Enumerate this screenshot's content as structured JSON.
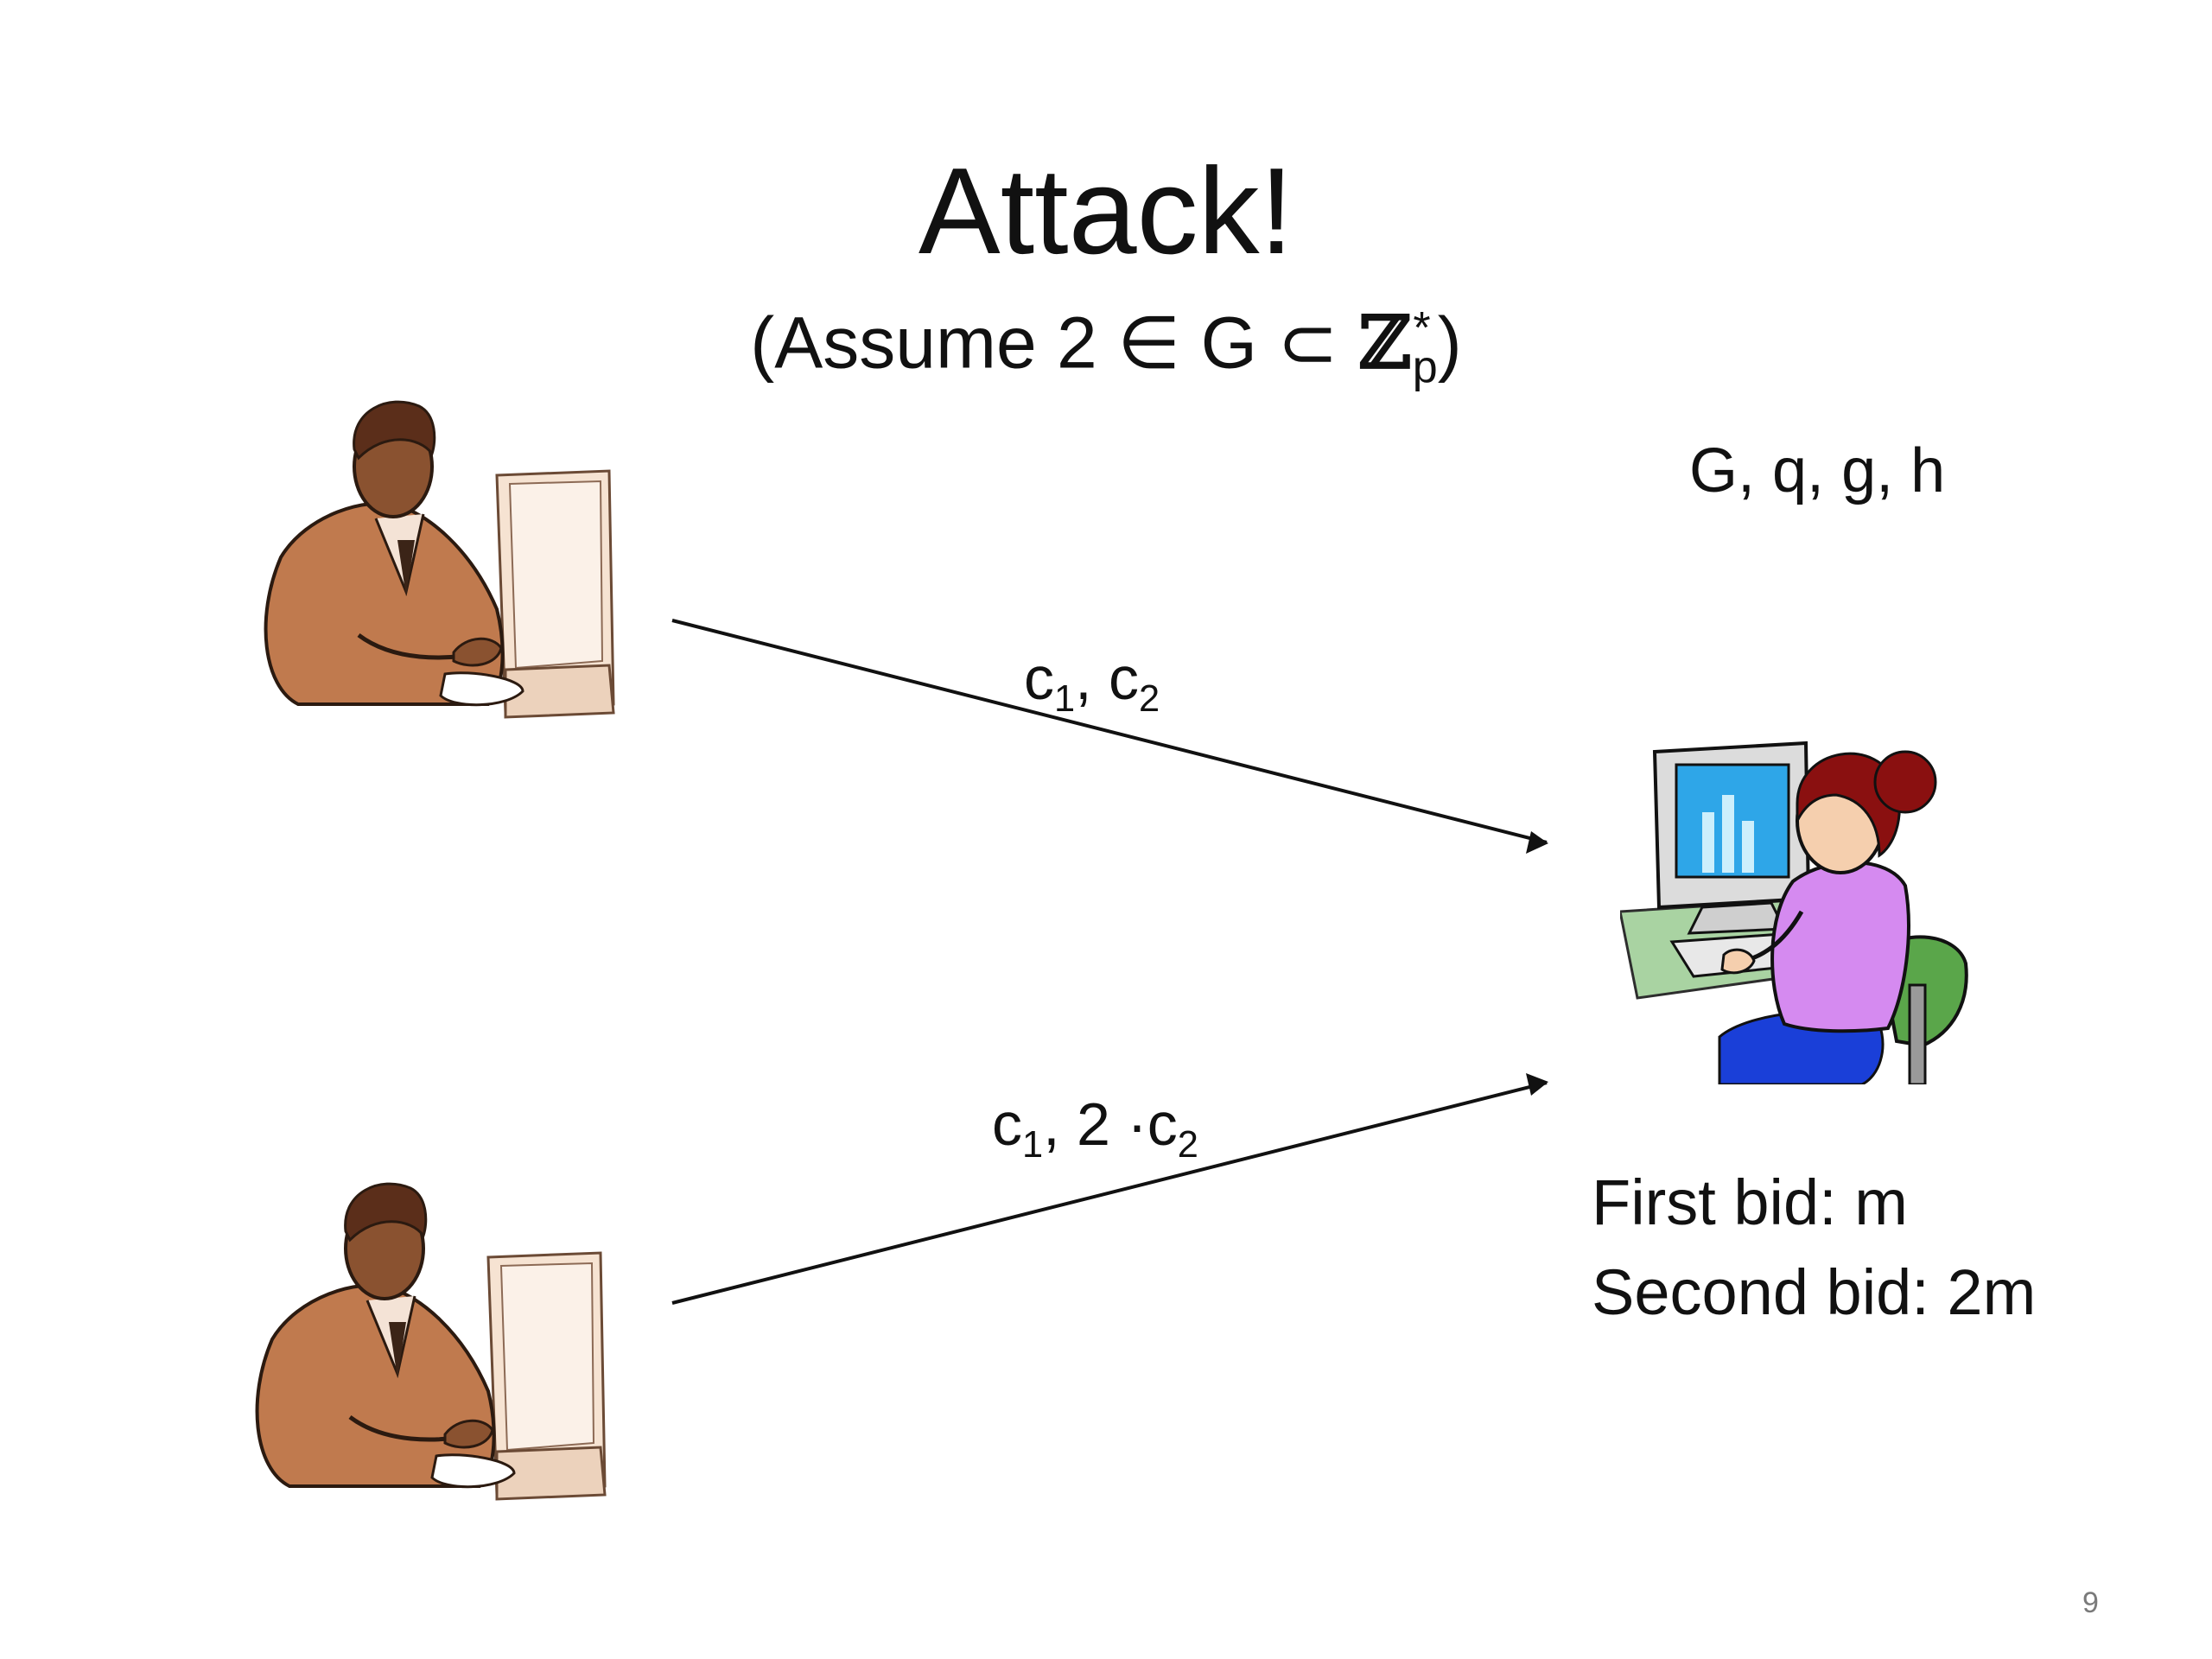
{
  "slide": {
    "title": "Attack!",
    "subtitle": {
      "prefix": "(Assume 2 ∈ G ⊂ ",
      "set_symbol": "ℤ",
      "superscript": "*",
      "subscript": "p",
      "suffix": ")"
    },
    "parameters": "G, q, g, h",
    "messages": {
      "first": {
        "a": "c",
        "a_sub": "1",
        "sep": ", c",
        "b_sub": "2"
      },
      "second": {
        "a": "c",
        "a_sub": "1",
        "sep": ", 2 ·c",
        "b_sub": "2"
      }
    },
    "bids": {
      "first": "First bid: m",
      "second": "Second bid: 2m"
    },
    "page_number": "9"
  },
  "figures": {
    "sender_top": "man-at-computer-clipart",
    "sender_bottom": "man-at-computer-clipart",
    "receiver": "woman-at-computer-clipart"
  },
  "colors": {
    "text": "#111111",
    "man_suit": "#b86f45",
    "woman_shirt": "#d58af0",
    "woman_hair": "#8a1010",
    "chair": "#5aa64a",
    "pants": "#1a3fd8",
    "monitor_screen": "#2ea6e8"
  }
}
